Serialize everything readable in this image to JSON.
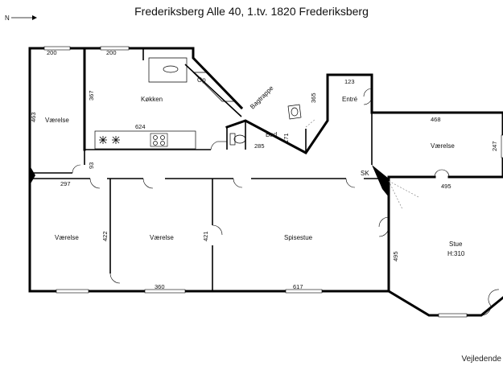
{
  "title": "Frederiksberg Alle 40, 1.tv. 1820 Frederiksberg",
  "compass": "N",
  "footer_note": "Vejledende",
  "rooms": {
    "vaerelse_top_left": "Værelse",
    "kokken": "Køkken",
    "op": "Op",
    "bagtrappe": "Bagtrappe",
    "bad": "Bad",
    "entre": "Entré",
    "vaerelse_right": "Værelse",
    "vaerelse_bottom_left": "Værelse",
    "vaerelse_bottom_mid": "Værelse",
    "spisestue": "Spisestue",
    "stue": "Stue",
    "stue_height": "H:310",
    "sk": "SK"
  },
  "dimensions": {
    "d200a": "200",
    "d200b": "200",
    "d463": "463",
    "d367": "367",
    "d624": "624",
    "d93": "93",
    "d297": "297",
    "d285": "285",
    "d171": "171",
    "d365": "365",
    "d123": "123",
    "d468": "468",
    "d247": "247",
    "d495a": "495",
    "d495b": "495",
    "d422": "422",
    "d421": "421",
    "d360": "360",
    "d617": "617"
  }
}
